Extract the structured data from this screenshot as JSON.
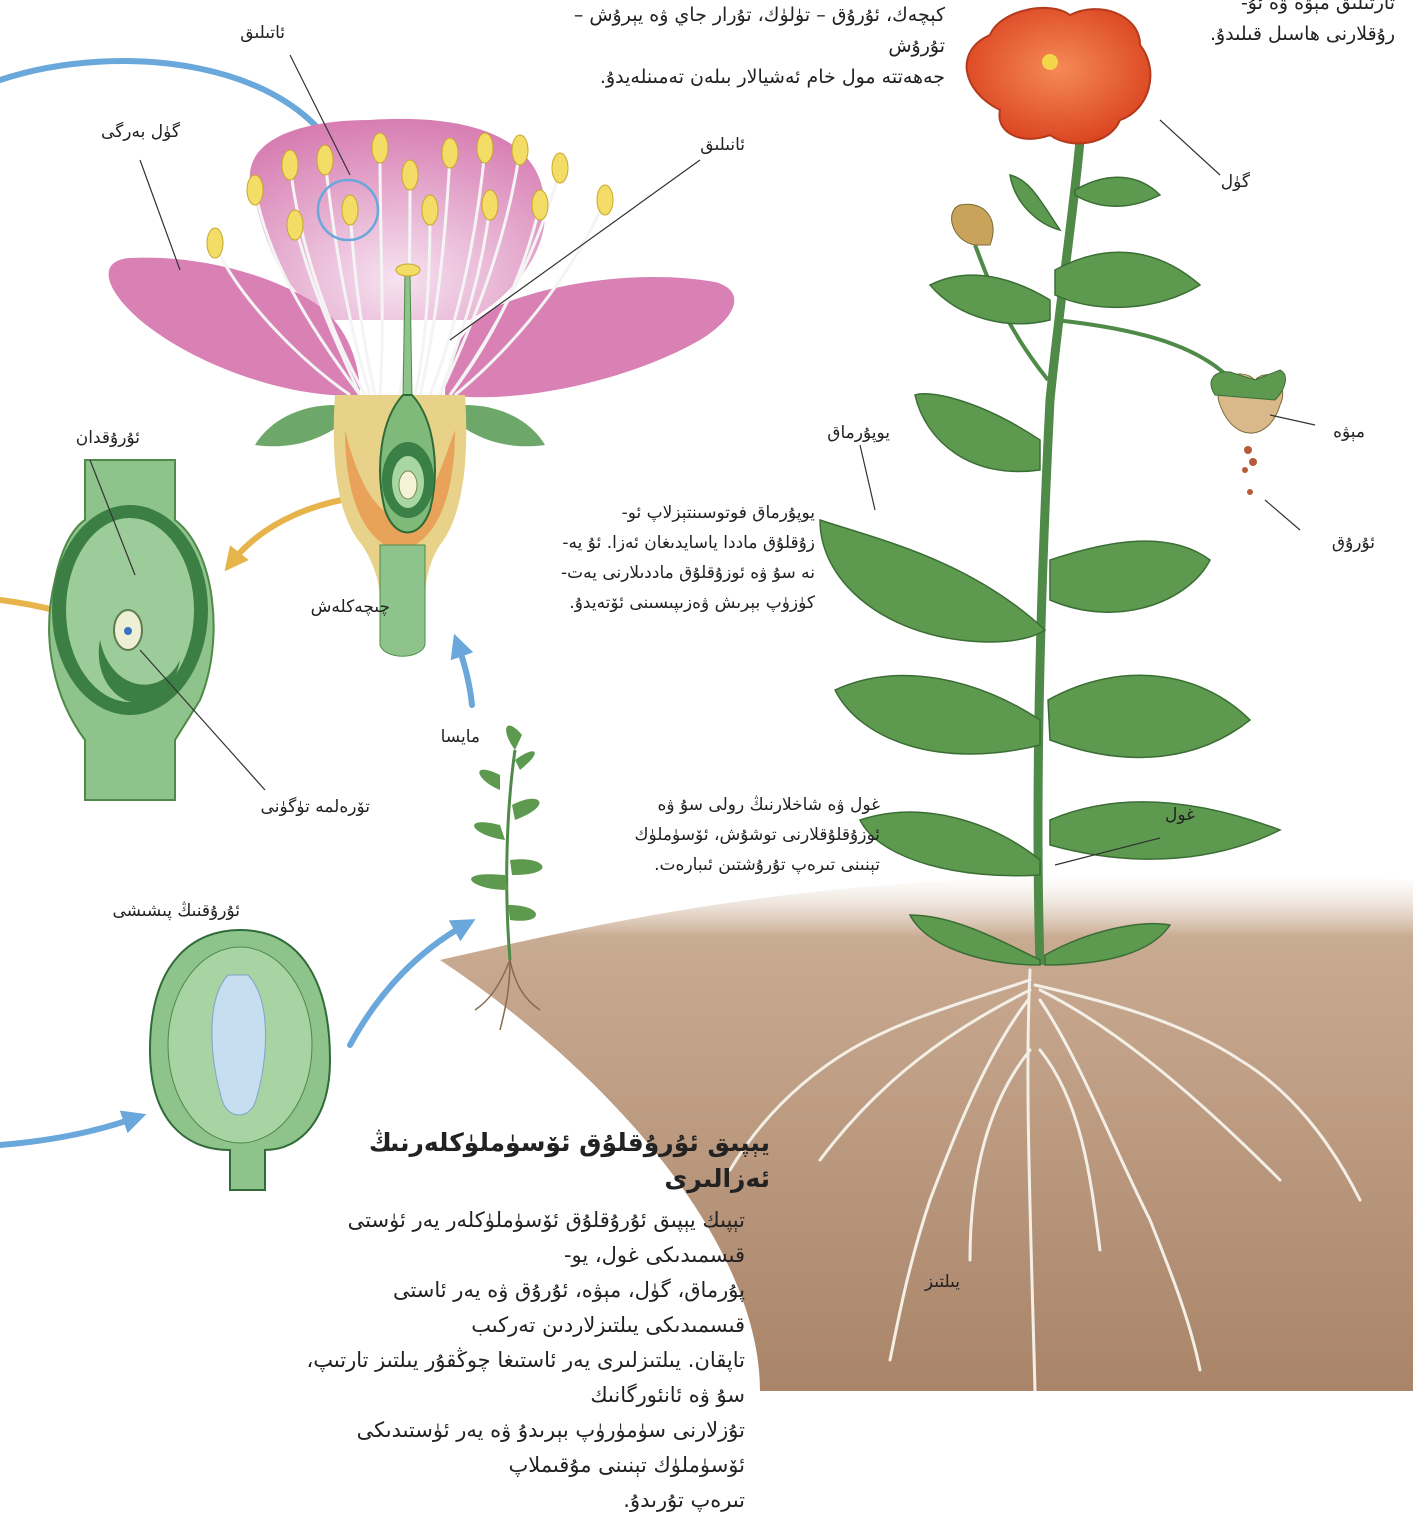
{
  "labels": {
    "anther": "ئاتىلىق",
    "petal": "گۈل بەرگى",
    "stamen": "ئانىلىق",
    "ovary": "ئۇرۇقدان",
    "ovule": "تۆرەلمە تۈگۈنى",
    "seed_embryo": "ئۇرۇقنىڭ پىشىشى",
    "receptacle": "چىچەكلەش",
    "seedling": "مايسا",
    "flower": "گۈل",
    "leaf": "يوپۇرماق",
    "fruit": "مېۋە",
    "seed": "ئۇرۇق",
    "stem": "غول",
    "root": "يىلتىز"
  },
  "text_blocks": {
    "top_intro": "كېچەك، ئۇرۇق – تۈلۈك، تۇرار جاي ۋە يېرۇش – تۇرۇش\nجەھەتتە مول خام ئەشيالار بىلەن تەمىنلەيدۇ.",
    "top_right": "تارتىلىق مېۋە ۋە ئۇ-\nرۇقلارنى ھاسىل قىلىدۇ.",
    "leaf_note": "يوپۇرماق فوتوسىنتېزلاپ ئو-\nزۇقلۇق ماددا ياسايدىغان ئەزا. ئۇ يە-\nنە سۇ ۋە ئوزۇقلۇق ماددىلارنى يەت-\nكۈزۈپ بېرىش ۋەزىپىسىنى ئۆتەيدۇ.",
    "stem_note": "غول ۋە شاخلارنىڭ رولى سۇ ۋە\nئوزۇقلۇقلارنى توشۇش، ئۆسۈملۈك\nتېنىنى تىرەپ تۇرۇشتىن ئىبارەت."
  },
  "section": {
    "heading": "يېپىق ئۇرۇقلۇق ئۆسۈملۈكلەرنىڭ\nئەزالىرى",
    "body": "تېپىك يېپىق ئۇرۇقلۇق ئۆسۈملۈكلەر يەر ئۈستى قىسمىدىكى غول، يو-\nپۇرماق، گۈل، مېۋە، ئۇرۇق ۋە يەر ئاستى قىسمىدىكى يىلتىزلاردىن تەركىب\nتاپقان. يىلتىزلىرى يەر ئاستىغا چوڭقۇر يىلتىز تارتىپ، سۇ ۋە ئانئورگانىك\nتۇزلارنى سۈمۈرۈپ بېرىدۇ ۋە يەر ئۈستىدىكى ئۆسۈملۈك تېنىنى مۇقىملاپ\nتىرەپ تۇرىدۇ."
  },
  "colors": {
    "arrow_blue": "#6aa7db",
    "arrow_yellow": "#e6b44a",
    "petal_pink": "#dd8cbc",
    "flower_red": "#e0502a",
    "leaf_green": "#5d9a4f",
    "ovary_green": "#8ec48b",
    "soil": "#b99b82"
  }
}
